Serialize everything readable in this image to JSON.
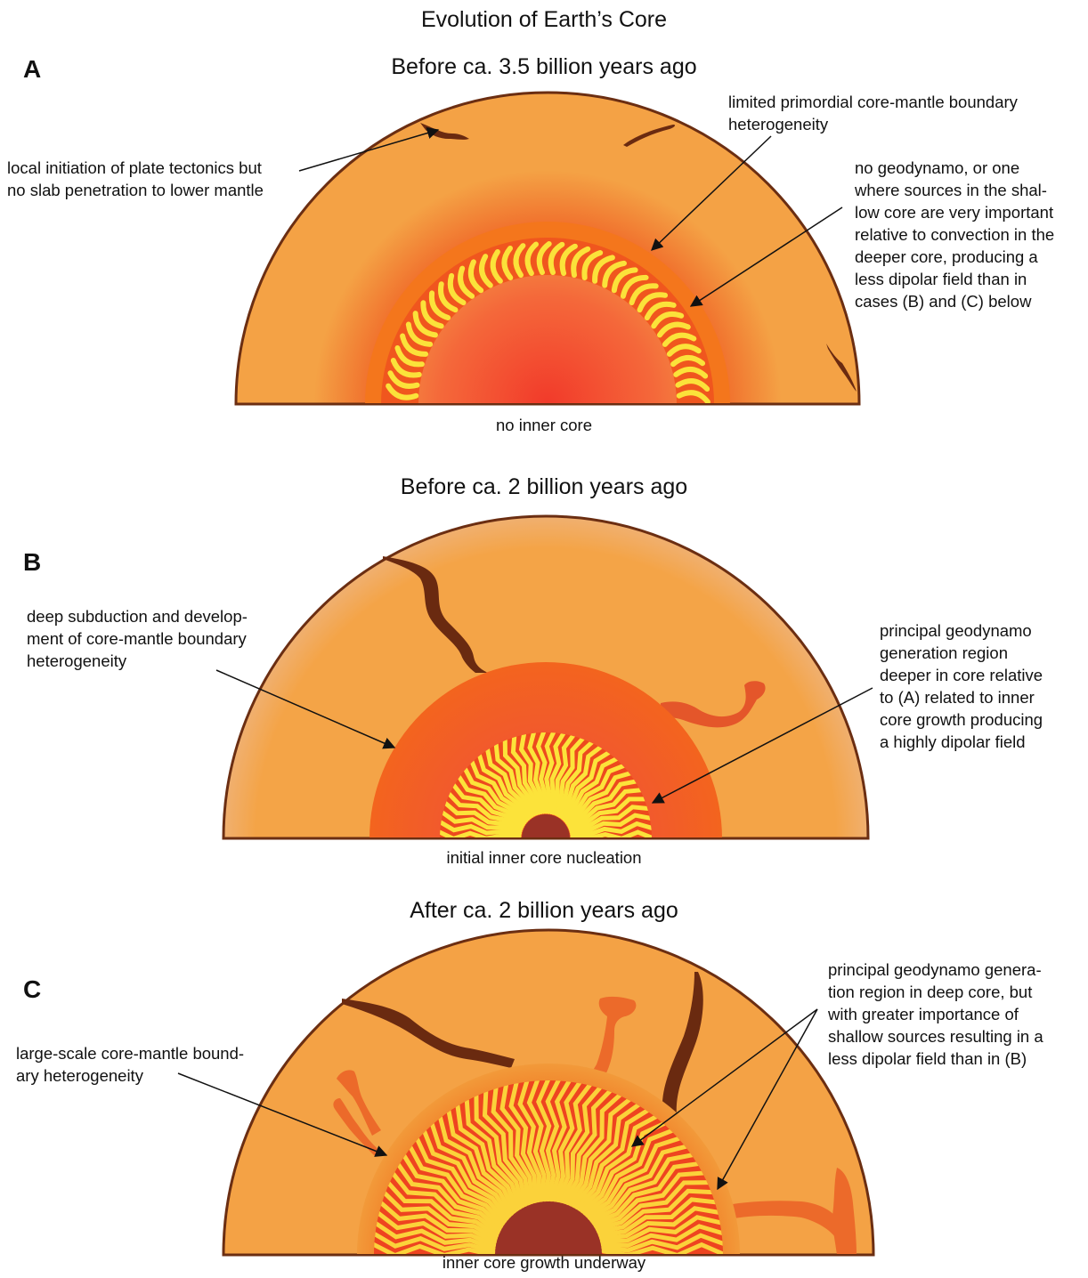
{
  "title": "Evolution of Earth’s Core",
  "panels": [
    {
      "label": "A",
      "title": "Before ca. 3.5 billion years ago",
      "caption": "no inner core",
      "annotations": [
        "local initiation of plate tectonics but\nno slab penetration to lower mantle",
        "limited primordial core-mantle boundary\nheterogeneity",
        "no geodynamo, or one\nwhere sources in the shal-\nlow core are very important\nrelative to convection in the\ndeeper core, producing a\nless dipolar field than in\ncases (B) and (C) below"
      ]
    },
    {
      "label": "B",
      "title": "Before ca. 2 billion years ago",
      "caption": "initial inner core nucleation",
      "annotations": [
        "deep subduction and develop-\nment of core-mantle boundary\nheterogeneity",
        "principal geodynamo\ngeneration region\ndeeper in core relative\nto (A) related to inner\ncore growth producing\na highly dipolar field"
      ]
    },
    {
      "label": "C",
      "title": "After ca. 2 billion years ago",
      "caption": "inner core growth underway",
      "annotations": [
        "large-scale core-mantle bound-\nary heterogeneity",
        "principal geodynamo genera-\ntion region in deep core, but\nwith greater importance of\nshallow sources resulting in a\nless dipolar field than in (B)"
      ]
    }
  ],
  "colors": {
    "mantle": "#f4a245",
    "mantle_rim": "#6b2e12",
    "slab": "#6a2a10",
    "outer_core": "#f45a1e",
    "convection_light": "#fbe23a",
    "convection_dark": "#ee3a1a",
    "inner_core": "#9a3226",
    "arrow": "#111111"
  }
}
